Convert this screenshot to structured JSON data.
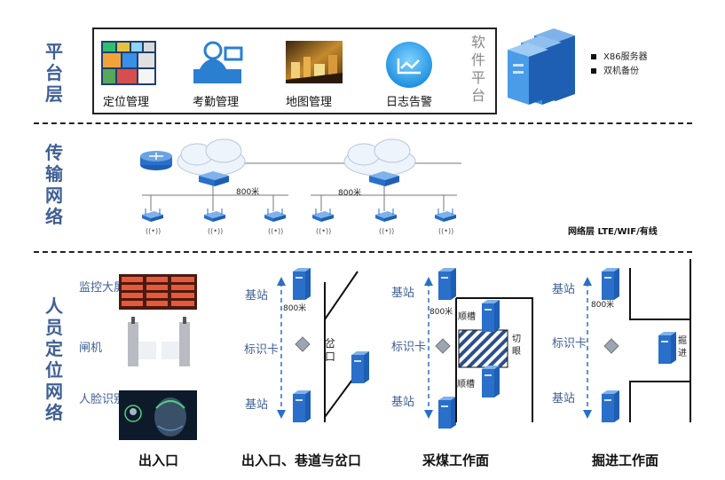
{
  "layers": {
    "platform": "平台层",
    "transport": "传输网络",
    "personnel": "人员定位网络"
  },
  "platform": {
    "modules": [
      {
        "label": "定位管理",
        "icon": "dashboard-screen-icon"
      },
      {
        "label": "考勤管理",
        "icon": "attendance-operator-icon"
      },
      {
        "label": "地图管理",
        "icon": "map-photo-icon"
      },
      {
        "label": "日志告警",
        "icon": "log-chart-icon"
      }
    ],
    "software_label": "软件平台",
    "server_notes": [
      "X86服务器",
      "双机备份"
    ]
  },
  "transport": {
    "link_label_left": "800米",
    "link_label_right": "800米",
    "network_note": "网络层 LTE/WIF/有线"
  },
  "personnel": {
    "devices": [
      {
        "label": "监控大屏"
      },
      {
        "label": "闸机"
      },
      {
        "label": "人脸识别"
      }
    ],
    "scenes": {
      "roadway": {
        "base_top": "基站",
        "distance": "800米",
        "tag": "标识卡",
        "base_bottom": "基站",
        "fork": "岔口"
      },
      "mining": {
        "base_top": "基站",
        "distance": "800米",
        "tag": "标识卡",
        "base_bottom": "基站",
        "trough_top": "顺槽",
        "trough_bottom": "顺槽",
        "cut_eye": "切眼"
      },
      "tunneling": {
        "base_top": "基站",
        "distance": "800米",
        "tag": "标识卡",
        "base_bottom": "基站",
        "advance": "掘进"
      }
    }
  },
  "footers": [
    "出入口",
    "出入口、巷道与岔口",
    "采煤工作面",
    "掘进工作面"
  ],
  "colors": {
    "layer_text": "#3f5f95",
    "device_blue": "#2a6fc9",
    "line_gray": "#777777"
  }
}
